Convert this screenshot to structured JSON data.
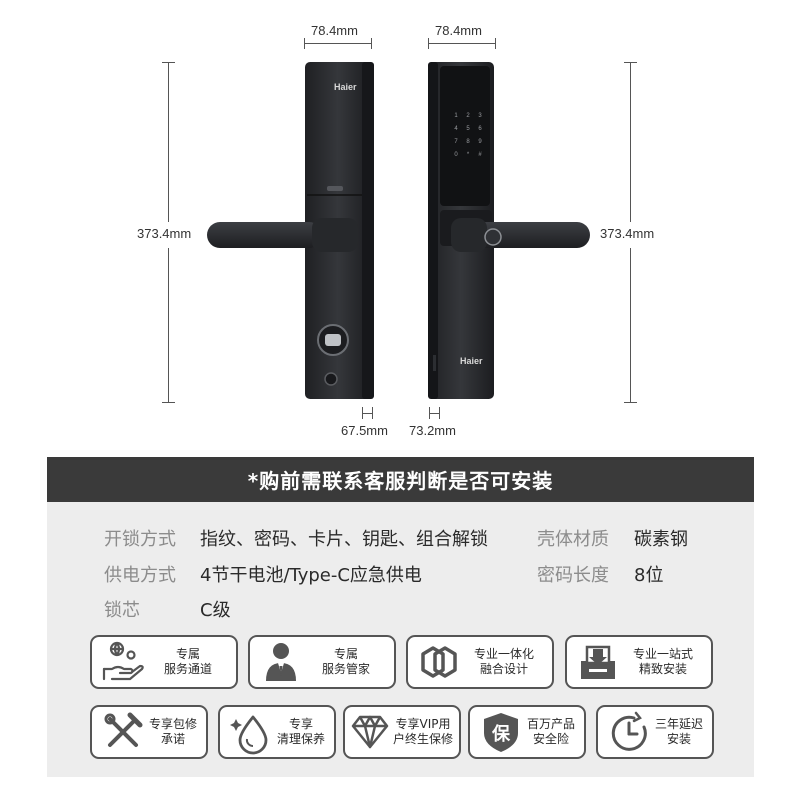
{
  "dimensions": {
    "width_left": "78.4mm",
    "width_right": "78.4mm",
    "height_left": "373.4mm",
    "height_right": "373.4mm",
    "thickness_left": "67.5mm",
    "thickness_right": "73.2mm"
  },
  "product": {
    "brand_front": "Haier",
    "brand_back": "Haier",
    "keypad": [
      "1",
      "2",
      "3",
      "4",
      "5",
      "6",
      "7",
      "8",
      "9",
      "0",
      "*",
      "#"
    ]
  },
  "notice": "*购前需联系客服判断是否可安装",
  "specs": [
    {
      "label": "开锁方式",
      "value": "指纹、密码、卡片、钥匙、组合解锁"
    },
    {
      "label": "壳体材质",
      "value": "碳素钢"
    },
    {
      "label": "供电方式",
      "value": "4节干电池/Type-C应急供电"
    },
    {
      "label": "密码长度",
      "value": "8位"
    },
    {
      "label": "锁芯",
      "value": "C级"
    }
  ],
  "services_row1": [
    {
      "icon": "hand-globe-icon",
      "line1": "专属",
      "line2": "服务通道"
    },
    {
      "icon": "butler-icon",
      "line1": "专属",
      "line2": "服务管家"
    },
    {
      "icon": "hexagon-link-icon",
      "line1": "专业一体化",
      "line2": "融合设计"
    },
    {
      "icon": "install-box-icon",
      "line1": "专业一站式",
      "line2": "精致安装"
    }
  ],
  "services_row2": [
    {
      "icon": "tools-icon",
      "line1": "专享包修",
      "line2": "承诺"
    },
    {
      "icon": "water-drop-icon",
      "line1": "专享",
      "line2": "清理保养"
    },
    {
      "icon": "diamond-icon",
      "line1": "专享VIP用",
      "line2": "户终生保修"
    },
    {
      "icon": "shield-bao-icon",
      "line1": "百万产品",
      "line2": "安全险",
      "glyph": "保"
    },
    {
      "icon": "clock-icon",
      "line1": "三年延迟",
      "line2": "安装"
    }
  ],
  "colors": {
    "header": "#3a3a3a",
    "panel": "#ededed",
    "lock": "#2b2d30",
    "border": "#555555"
  }
}
